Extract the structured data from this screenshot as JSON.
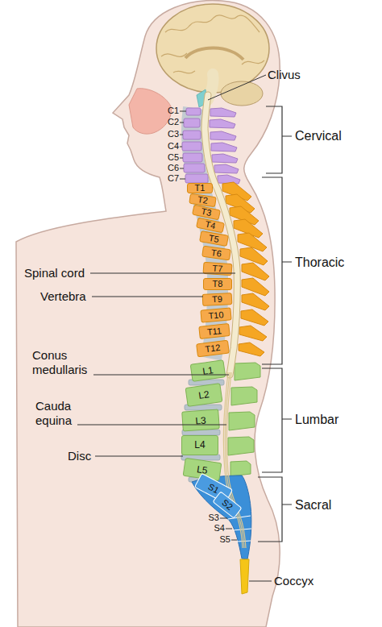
{
  "diagram": {
    "nodes": [
      {
        "text": [
          "T1"
        ]
      },
      {
        "text": [
          "T2"
        ]
      },
      {
        "text": [
          "T3"
        ]
      },
      {
        "text": [
          "T4"
        ]
      },
      {
        "text": [
          "T5"
        ]
      },
      {
        "text": [
          "T6"
        ]
      },
      {
        "text": [
          "T7"
        ]
      },
      {
        "text": [
          "T8"
        ]
      },
      {
        "text": [
          "T9"
        ]
      },
      {
        "text": [
          "T10"
        ]
      },
      {
        "text": [
          "T11"
        ]
      },
      {
        "text": [
          "T12"
        ]
      },
      {
        "text": [
          "L1"
        ]
      },
      {
        "text": [
          "L2"
        ]
      },
      {
        "text": [
          "L3"
        ]
      },
      {
        "text": [
          "L4"
        ]
      },
      {
        "text": [
          "L5"
        ]
      },
      {
        "text": [
          "S1"
        ]
      },
      {
        "text": [
          "S2"
        ]
      }
    ],
    "labels": [
      "Clivus",
      "C1",
      "C2",
      "C3",
      "C4",
      "C5",
      "C6",
      "C7",
      "Cervical",
      "Spinal cord",
      "Thoracic",
      "Vertebra",
      "Conus medullaris",
      "Cauda equina",
      "Lumbar",
      "Disc",
      "Sacral",
      "S3",
      "S4",
      "S5",
      "Coccyx"
    ]
  }
}
